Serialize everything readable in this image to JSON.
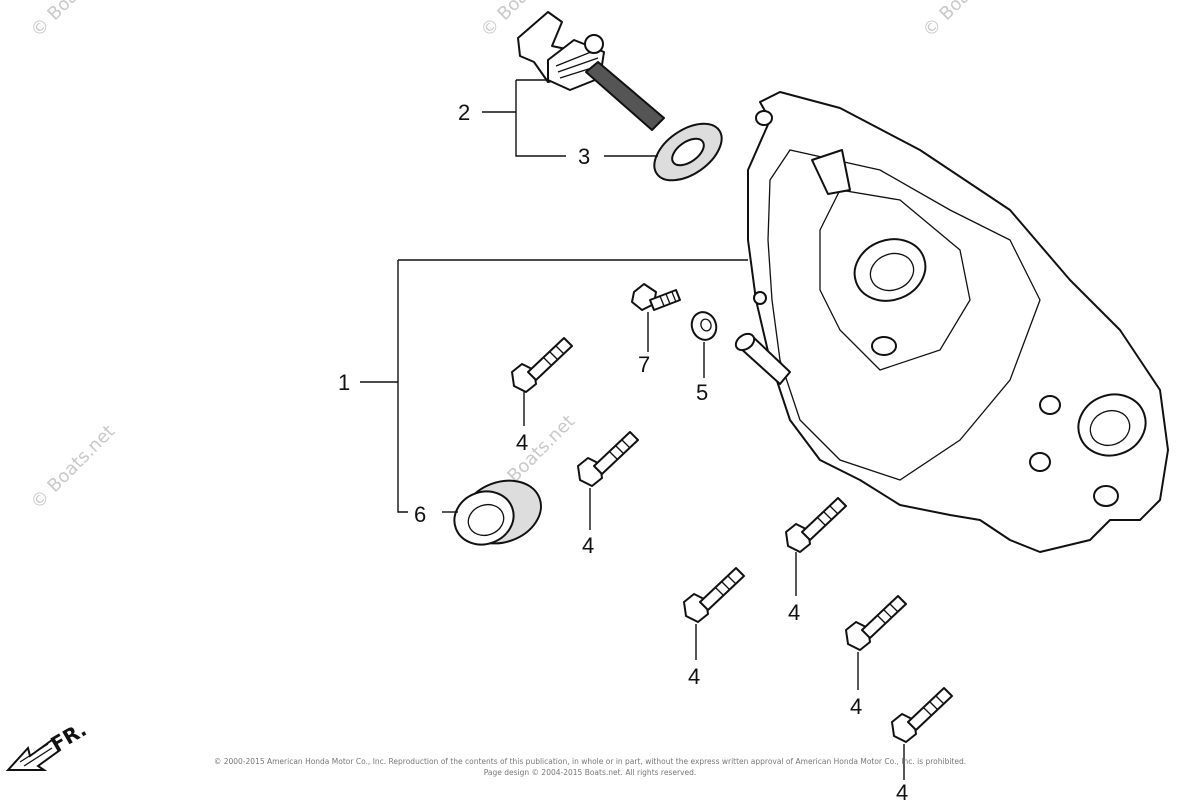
{
  "watermark": "© Boats.net",
  "callouts": {
    "c1": "1",
    "c2": "2",
    "c3": "3",
    "c4": "4",
    "c5": "5",
    "c6": "6",
    "c7": "7"
  },
  "front_indicator": "FR.",
  "copyright_line1": "© 2000-2015 American Honda Motor Co., Inc. Reproduction of the contents of this publication, in whole or in part, without the express written approval of American Honda Motor Co., Inc. is prohibited.",
  "copyright_line2": "Page design © 2004-2015 Boats.net. All rights reserved."
}
